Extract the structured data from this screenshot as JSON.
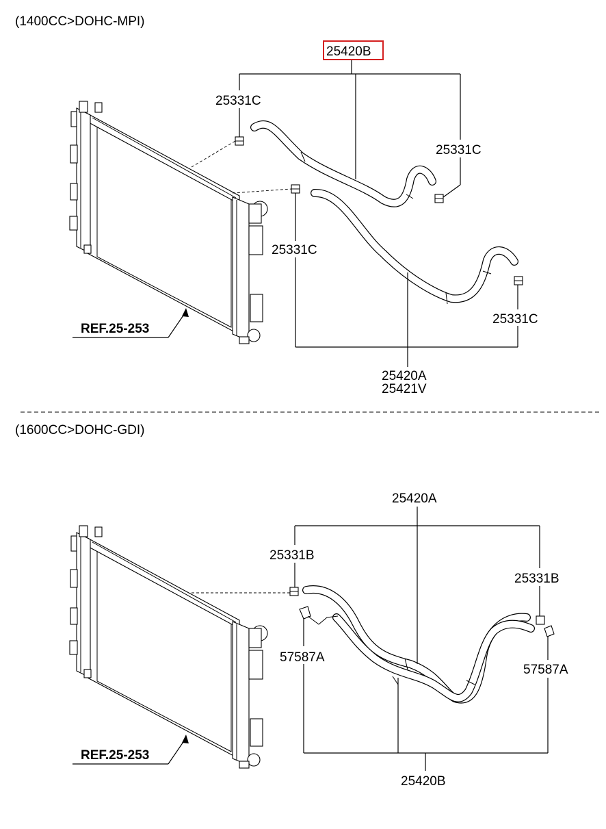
{
  "sections": [
    {
      "engine_label": "(1400CC>DOHC-MPI)",
      "labels": {
        "top_assembly": "25420B",
        "clip_upper_left": "25331C",
        "clip_upper_right": "25331C",
        "clip_mid_left": "25331C",
        "clip_lower_right": "25331C",
        "bottom_assembly_1": "25420A",
        "bottom_assembly_2": "25421V"
      },
      "ref_label": "REF.25-253"
    },
    {
      "engine_label": "(1600CC>DOHC-GDI)",
      "labels": {
        "top_assembly": "25420A",
        "clip_left": "25331B",
        "clip_right": "25331B",
        "bracket_left": "57587A",
        "bracket_right": "57587A",
        "bottom_assembly": "25420B"
      },
      "ref_label": "REF.25-253"
    }
  ],
  "highlight": {
    "part": "25420B",
    "color": "#d42020"
  }
}
